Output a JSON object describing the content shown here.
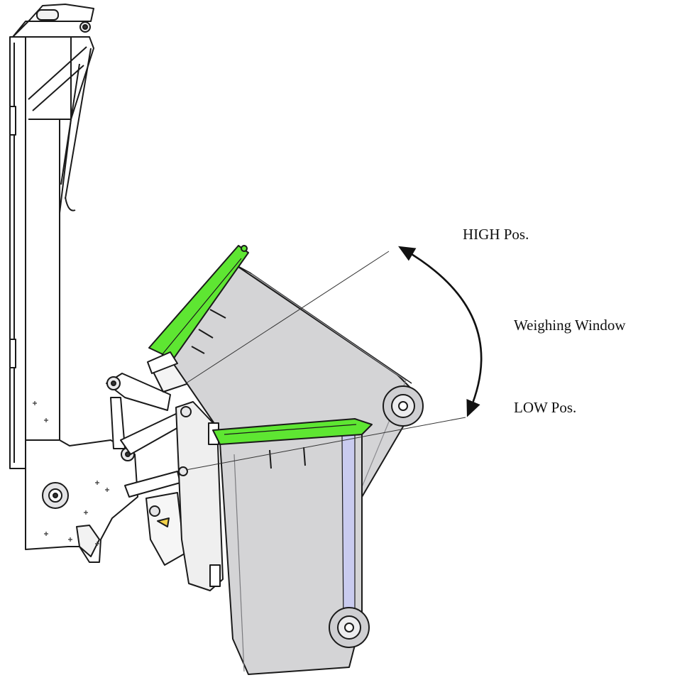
{
  "labels": {
    "high": "HIGH Pos.",
    "window": "Weighing Window",
    "low": "LOW Pos."
  },
  "colors": {
    "lid": "#5ee632",
    "bin_body": "#d4d4d6",
    "bin_body_dark": "#b6b6ba",
    "frame": "#ffffff",
    "stroke": "#1a1a1a",
    "wheel": "#cfcfd2",
    "accent_blue": "#c9cbef",
    "label_text": "#111111"
  },
  "components": {
    "frame": "lifter-frame",
    "tilted_bin": "bin-high-position",
    "upright_bin": "bin-low-position",
    "arc": "weighing-window-arc"
  }
}
